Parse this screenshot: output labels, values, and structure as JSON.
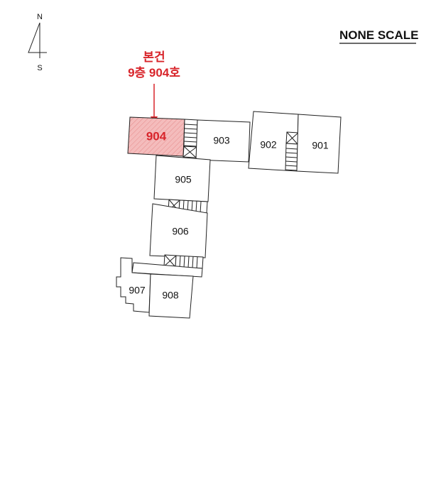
{
  "compass": {
    "north": "N",
    "south": "S"
  },
  "scale_note": "NONE SCALE",
  "callout": {
    "line1": "본건",
    "line2": "9층 904호"
  },
  "colors": {
    "highlight": "#d8242a",
    "highlight_fill": "#f3b8b8"
  },
  "rooms": {
    "r901": "901",
    "r902": "902",
    "r903": "903",
    "r904": "904",
    "r905": "905",
    "r906": "906",
    "r907": "907",
    "r908": "908"
  }
}
